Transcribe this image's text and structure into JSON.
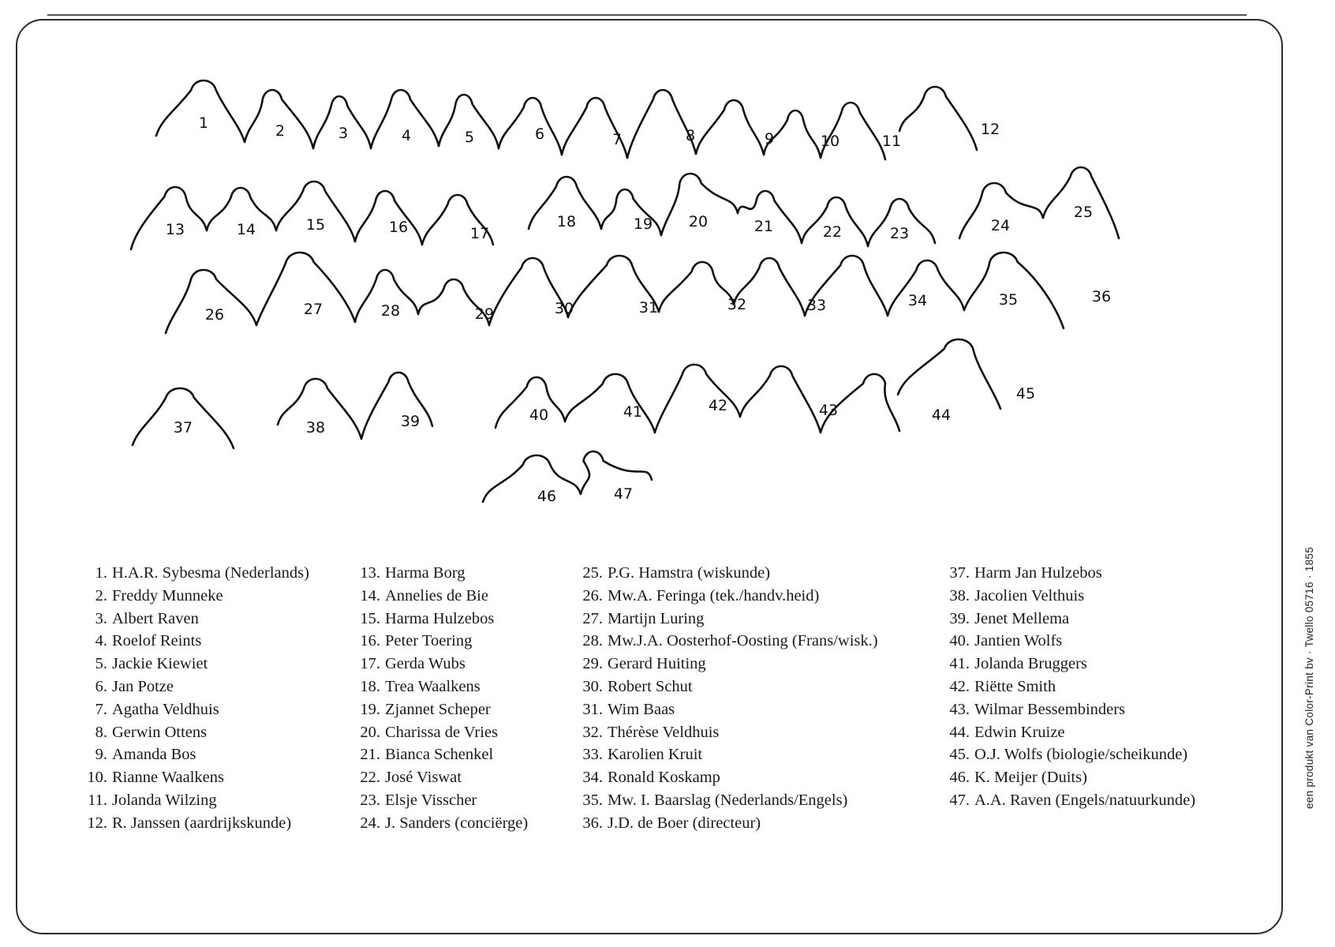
{
  "legend": {
    "columns": [
      [
        {
          "num": "1.",
          "name": "H.A.R. Sybesma (Nederlands)"
        },
        {
          "num": "2.",
          "name": "Freddy Munneke"
        },
        {
          "num": "3.",
          "name": "Albert Raven"
        },
        {
          "num": "4.",
          "name": "Roelof Reints"
        },
        {
          "num": "5.",
          "name": "Jackie Kiewiet"
        },
        {
          "num": "6.",
          "name": "Jan Potze"
        },
        {
          "num": "7.",
          "name": "Agatha Veldhuis"
        },
        {
          "num": "8.",
          "name": "Gerwin Ottens"
        },
        {
          "num": "9.",
          "name": "Amanda Bos"
        },
        {
          "num": "10.",
          "name": "Rianne Waalkens"
        },
        {
          "num": "11.",
          "name": "Jolanda Wilzing"
        },
        {
          "num": "12.",
          "name": "R. Janssen (aardrijkskunde)"
        }
      ],
      [
        {
          "num": "13.",
          "name": "Harma Borg"
        },
        {
          "num": "14.",
          "name": "Annelies de Bie"
        },
        {
          "num": "15.",
          "name": "Harma Hulzebos"
        },
        {
          "num": "16.",
          "name": "Peter Toering"
        },
        {
          "num": "17.",
          "name": "Gerda Wubs"
        },
        {
          "num": "18.",
          "name": "Trea Waalkens"
        },
        {
          "num": "19.",
          "name": "Zjannet Scheper"
        },
        {
          "num": "20.",
          "name": "Charissa de Vries"
        },
        {
          "num": "21.",
          "name": "Bianca Schenkel"
        },
        {
          "num": "22.",
          "name": "José Viswat"
        },
        {
          "num": "23.",
          "name": "Elsje Visscher"
        },
        {
          "num": "24.",
          "name": "J. Sanders (conciërge)"
        }
      ],
      [
        {
          "num": "25.",
          "name": "P.G. Hamstra (wiskunde)"
        },
        {
          "num": "26.",
          "name": "Mw.A. Feringa (tek./handv.heid)"
        },
        {
          "num": "27.",
          "name": "Martijn Luring"
        },
        {
          "num": "28.",
          "name": "Mw.J.A. Oosterhof-Oosting (Frans/wisk.)"
        },
        {
          "num": "29.",
          "name": "Gerard Huiting"
        },
        {
          "num": "30.",
          "name": "Robert Schut"
        },
        {
          "num": "31.",
          "name": "Wim Baas"
        },
        {
          "num": "32.",
          "name": "Thérèse Veldhuis"
        },
        {
          "num": "33.",
          "name": "Karolien Kruit"
        },
        {
          "num": "34.",
          "name": "Ronald Koskamp"
        },
        {
          "num": "35.",
          "name": "Mw. I. Baarslag (Nederlands/Engels)"
        },
        {
          "num": "36.",
          "name": "J.D. de Boer (directeur)"
        }
      ],
      [
        {
          "num": "37.",
          "name": "Harm Jan Hulzebos"
        },
        {
          "num": "38.",
          "name": "Jacolien Velthuis"
        },
        {
          "num": "39.",
          "name": "Jenet Mellema"
        },
        {
          "num": "40.",
          "name": "Jantien Wolfs"
        },
        {
          "num": "41.",
          "name": "Jolanda Bruggers"
        },
        {
          "num": "42.",
          "name": "Riëtte Smith"
        },
        {
          "num": "43.",
          "name": "Wilmar Bessembinders"
        },
        {
          "num": "44.",
          "name": "Edwin Kruize"
        },
        {
          "num": "45.",
          "name": "O.J. Wolfs (biologie/scheikunde)"
        },
        {
          "num": "46.",
          "name": "K. Meijer (Duits)"
        },
        {
          "num": "47.",
          "name": "A.A. Raven (Engels/natuurkunde)"
        }
      ]
    ]
  },
  "head_numbers": [
    "1",
    "2",
    "3",
    "4",
    "5",
    "6",
    "7",
    "8",
    "9",
    "10",
    "11",
    "12",
    "13",
    "14",
    "15",
    "16",
    "17",
    "18",
    "19",
    "20",
    "21",
    "22",
    "23",
    "24",
    "25",
    "26",
    "27",
    "28",
    "29",
    "30",
    "31",
    "32",
    "33",
    "34",
    "35",
    "36",
    "37",
    "38",
    "39",
    "40",
    "41",
    "42",
    "43",
    "44",
    "45",
    "46",
    "47"
  ],
  "imprint": "een produkt van Color-Print bv · Twello 05716 · 1855"
}
